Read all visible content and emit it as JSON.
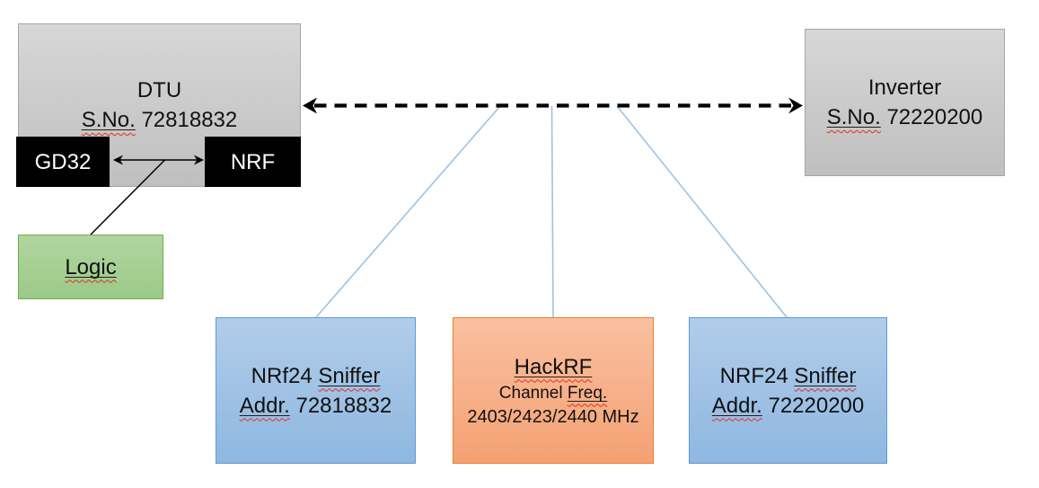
{
  "colors": {
    "box_gray_top": "#d7d7d7",
    "box_gray_bottom": "#bfbfbf",
    "box_gray_border": "#a6a6a6",
    "chip_black": "#000000",
    "chip_text": "#ffffff",
    "green_top": "#b2d5a0",
    "green_bottom": "#9aca87",
    "green_border": "#70ad47",
    "blue_top": "#b1cdea",
    "blue_bottom": "#8fb7e0",
    "blue_border": "#5b9bd5",
    "orange_top": "#f9c0a1",
    "orange_bottom": "#f4a173",
    "orange_border": "#ed7d31",
    "connector_blue": "#9cc3e5",
    "arrow_black": "#000000",
    "misspell_red": "#e0301e"
  },
  "dtu": {
    "name": "DTU",
    "sno_label": "S.No.",
    "sno_value": "72818832",
    "chip_left": "GD32",
    "chip_right": "NRF"
  },
  "inverter": {
    "name": "Inverter",
    "sno_label": "S.No.",
    "sno_value": "72220200"
  },
  "logic": {
    "label": "Logic"
  },
  "sniffer_left": {
    "model": "NRf24",
    "word": "Sniffer",
    "addr_label": "Addr.",
    "addr_value": "72818832"
  },
  "hackrf": {
    "title": "HackRF",
    "channel_word": "Channel",
    "freq_word": "Freq.",
    "frequencies": "2403/2423/2440 MHz"
  },
  "sniffer_right": {
    "model": "NRF24",
    "word": "Sniffer",
    "addr_label": "Addr.",
    "addr_value": "72220200"
  }
}
